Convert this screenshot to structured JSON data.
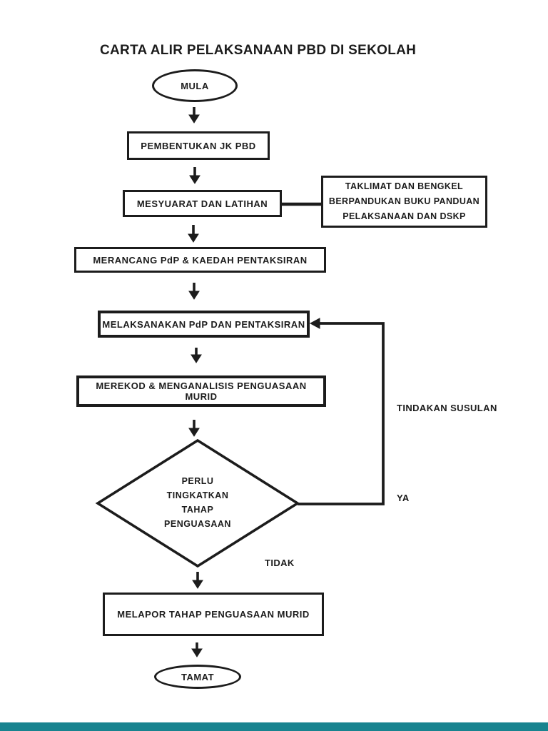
{
  "page": {
    "title": "CARTA ALIR PELAKSANAAN PBD DI SEKOLAH"
  },
  "nodes": {
    "start": {
      "label": "MULA",
      "shape": "terminator"
    },
    "step1": {
      "label": "PEMBENTUKAN JK PBD",
      "shape": "process"
    },
    "step2": {
      "label": "MESYUARAT DAN LATIHAN",
      "shape": "process"
    },
    "side_note": {
      "shape": "process",
      "lines": [
        "TAKLIMAT DAN BENGKEL",
        "BERPANDUKAN BUKU PANDUAN",
        "PELAKSANAAN DAN DSKP"
      ]
    },
    "step3": {
      "label": "MERANCANG PdP & KAEDAH PENTAKSIRAN",
      "shape": "process"
    },
    "step4": {
      "label": "MELAKSANAKAN PdP DAN PENTAKSIRAN",
      "shape": "process"
    },
    "step5": {
      "label": "MEREKOD & MENGANALISIS PENGUASAAN MURID",
      "shape": "process"
    },
    "decision": {
      "shape": "decision",
      "lines": [
        "PERLU",
        "TINGKATKAN",
        "TAHAP",
        "PENGUASAAN"
      ]
    },
    "step6": {
      "label": "MELAPOR TAHAP PENGUASAAN MURID",
      "shape": "process"
    },
    "end": {
      "label": "TAMAT",
      "shape": "terminator"
    }
  },
  "edge_labels": {
    "loop": "TINDAKAN SUSULAN",
    "yes": "YA",
    "no": "TIDAK"
  },
  "colors": {
    "ink": "#1c1c1c",
    "background": "#ffffff",
    "footer_bar": "#18838f"
  }
}
